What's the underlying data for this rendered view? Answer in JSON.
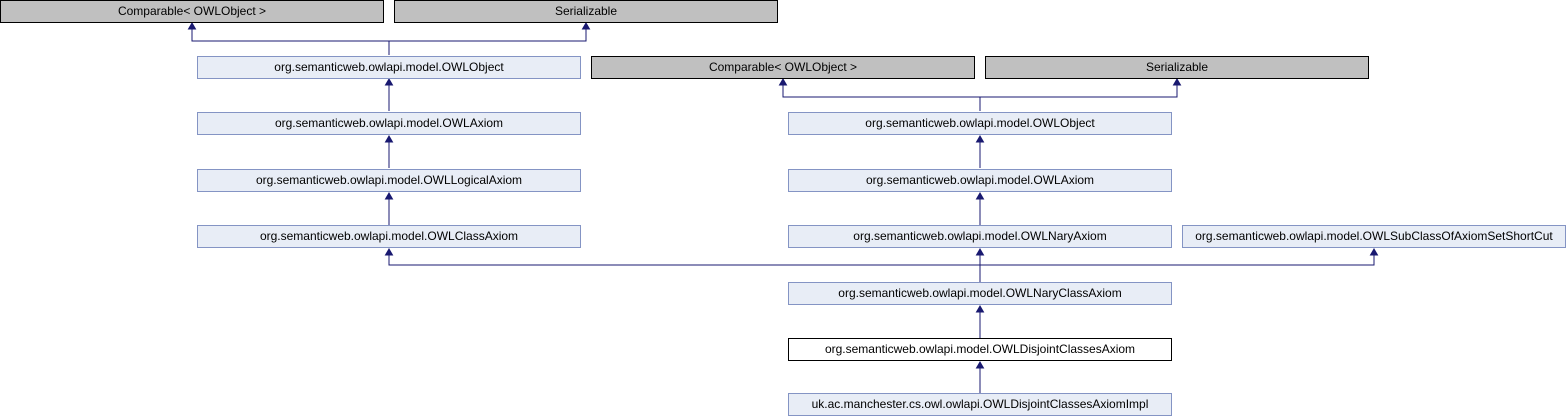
{
  "colors": {
    "edge": "#191970",
    "node_fill": "#e8edf6",
    "node_border": "#8494c4",
    "external_fill": "#c0c0c0",
    "self_fill": "#ffffff"
  },
  "nodes": {
    "comparable_left": "Comparable< OWLObject >",
    "serializable_left": "Serializable",
    "owlobject_left": "org.semanticweb.owlapi.model.OWLObject",
    "owlaxiom_left": "org.semanticweb.owlapi.model.OWLAxiom",
    "owllogicalaxiom": "org.semanticweb.owlapi.model.OWLLogicalAxiom",
    "owlclassaxiom": "org.semanticweb.owlapi.model.OWLClassAxiom",
    "comparable_right": "Comparable< OWLObject >",
    "serializable_right": "Serializable",
    "owlobject_right": "org.semanticweb.owlapi.model.OWLObject",
    "owlaxiom_right": "org.semanticweb.owlapi.model.OWLAxiom",
    "owlnaryaxiom": "org.semanticweb.owlapi.model.OWLNaryAxiom",
    "owlsubclassofaxiomsetshortcut": "org.semanticweb.owlapi.model.OWLSubClassOfAxiomSetShortCut",
    "owlnaryclassaxiom": "org.semanticweb.owlapi.model.OWLNaryClassAxiom",
    "owldisjointclassesaxiom": "org.semanticweb.owlapi.model.OWLDisjointClassesAxiom",
    "owldisjointclassesaxiomimpl": "uk.ac.manchester.cs.owl.owlapi.OWLDisjointClassesAxiomImpl"
  }
}
